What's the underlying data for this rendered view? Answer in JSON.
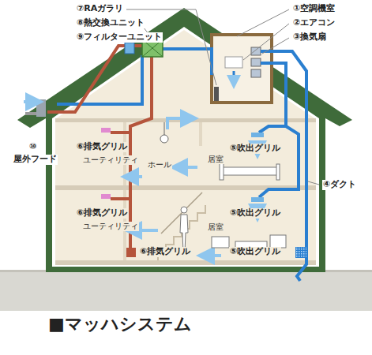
{
  "diagram": {
    "caption": "■マッハシステム",
    "labels": [
      "⑦RAガラリ",
      "⑧熱交換ユニット",
      "⑨フィルターユニット",
      "①空調機室",
      "②エアコン",
      "③換気扇",
      "⑩",
      "屋外フード",
      "⑥排気グリル",
      "ユーティリティ",
      "ホール",
      "居室",
      "⑤吹出グリル",
      "④ダクト",
      "⑥排気グリル",
      "ユーティリティ",
      "居室",
      "⑤吹出グリル",
      "⑥排気グリル",
      "⑤吹出グリル"
    ]
  }
}
